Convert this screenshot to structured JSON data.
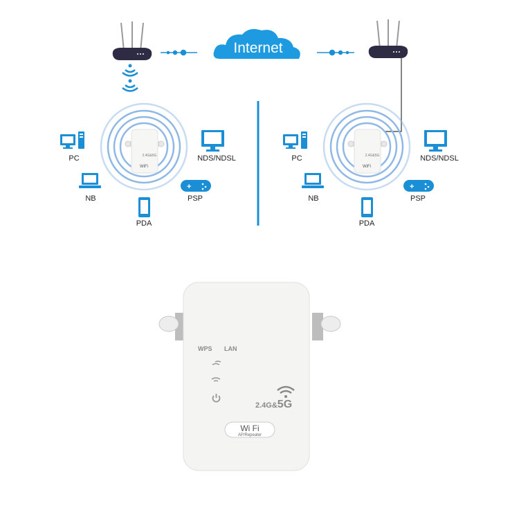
{
  "cloud": {
    "label": "Internet"
  },
  "devices": {
    "pc": "PC",
    "nb": "NB",
    "pda": "PDA",
    "nds": "NDS/NDSL",
    "psp": "PSP"
  },
  "extender": {
    "wps": "WPS",
    "lan": "LAN",
    "band": "2.4G&",
    "band_5g": "5G",
    "logo": "Wi Fi",
    "logo_sub": "AP/Repeater"
  },
  "colors": {
    "accent": "#1a8fd6",
    "router": "#2e2c45",
    "ring": "#8fb8e6",
    "body": "#f4f4f2"
  }
}
